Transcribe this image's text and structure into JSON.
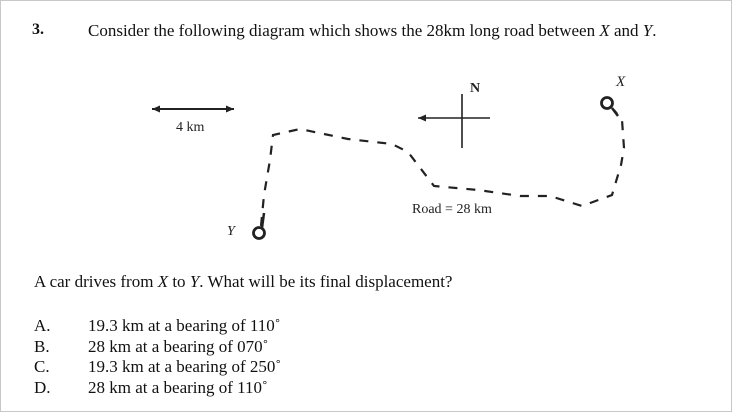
{
  "question": {
    "number": "3.",
    "prompt_before": "Consider the following diagram which shows the 28km long road between ",
    "var_x": "X",
    "and": " and ",
    "var_y": "Y",
    "period": ".",
    "ask_before": "A car drives from ",
    "ask_x": "X",
    "ask_to": " to ",
    "ask_y": "Y",
    "ask_after": ".  What will be its final displacement?"
  },
  "diagram": {
    "scale_label": "4 km",
    "north_label": "N",
    "point_x_label": "X",
    "point_y_label": "Y",
    "road_label": "Road = 28 km"
  },
  "options": [
    {
      "letter": "A.",
      "text": "19.3 km at a bearing of 110˚"
    },
    {
      "letter": "B.",
      "text": "28 km at a bearing of 070˚"
    },
    {
      "letter": "C.",
      "text": "19.3 km at a bearing of 250˚"
    },
    {
      "letter": "D.",
      "text": "28 km at a bearing of 110˚"
    }
  ]
}
